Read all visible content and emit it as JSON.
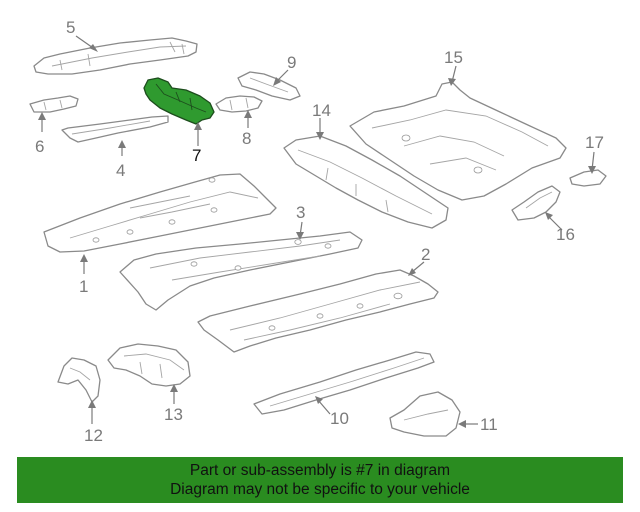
{
  "callouts": {
    "c1": "1",
    "c2": "2",
    "c3": "3",
    "c4": "4",
    "c5": "5",
    "c6": "6",
    "c7": "7",
    "c8": "8",
    "c9": "9",
    "c10": "10",
    "c11": "11",
    "c12": "12",
    "c13": "13",
    "c14": "14",
    "c15": "15",
    "c16": "16",
    "c17": "17"
  },
  "highlighted_part": "7",
  "colors": {
    "highlight": "#2f9a2f",
    "banner": "#2a8c20",
    "line": "#8a8a8a"
  },
  "banner": {
    "line1": "Part or sub-assembly is #7 in diagram",
    "line2": "Diagram may not be specific to your vehicle"
  }
}
